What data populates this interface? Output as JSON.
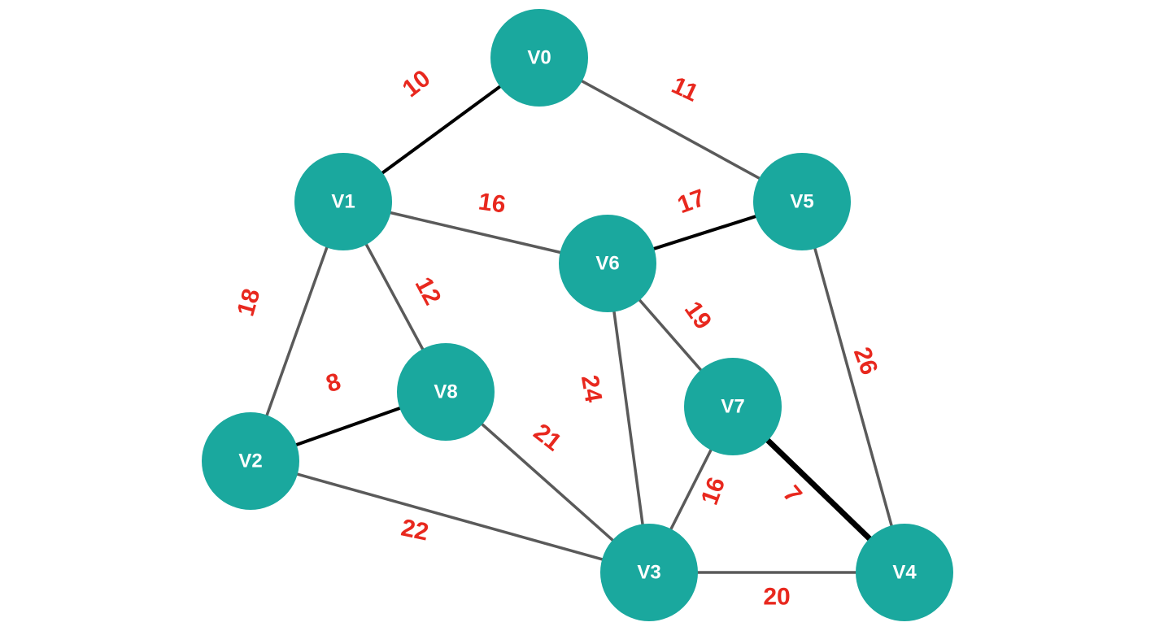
{
  "colors": {
    "node_fill": "#1aa89e",
    "edge_normal": "#5a5a5a",
    "edge_highlight": "#000000",
    "weight_text": "#e8281e",
    "node_text": "#ffffff"
  },
  "nodes": [
    {
      "id": "V0",
      "label": "V0"
    },
    {
      "id": "V1",
      "label": "V1"
    },
    {
      "id": "V2",
      "label": "V2"
    },
    {
      "id": "V3",
      "label": "V3"
    },
    {
      "id": "V4",
      "label": "V4"
    },
    {
      "id": "V5",
      "label": "V5"
    },
    {
      "id": "V6",
      "label": "V6"
    },
    {
      "id": "V7",
      "label": "V7"
    },
    {
      "id": "V8",
      "label": "V8"
    }
  ],
  "edges": [
    {
      "from": "V0",
      "to": "V1",
      "weight": "10",
      "highlight": true
    },
    {
      "from": "V0",
      "to": "V5",
      "weight": "11",
      "highlight": false
    },
    {
      "from": "V1",
      "to": "V6",
      "weight": "16",
      "highlight": false
    },
    {
      "from": "V1",
      "to": "V8",
      "weight": "12",
      "highlight": false
    },
    {
      "from": "V1",
      "to": "V2",
      "weight": "18",
      "highlight": false
    },
    {
      "from": "V5",
      "to": "V6",
      "weight": "17",
      "highlight": true
    },
    {
      "from": "V5",
      "to": "V4",
      "weight": "26",
      "highlight": false
    },
    {
      "from": "V6",
      "to": "V7",
      "weight": "19",
      "highlight": false
    },
    {
      "from": "V6",
      "to": "V3",
      "weight": "24",
      "highlight": false
    },
    {
      "from": "V2",
      "to": "V8",
      "weight": "8",
      "highlight": true
    },
    {
      "from": "V2",
      "to": "V3",
      "weight": "22",
      "highlight": false
    },
    {
      "from": "V8",
      "to": "V3",
      "weight": "21",
      "highlight": false
    },
    {
      "from": "V7",
      "to": "V3",
      "weight": "16",
      "highlight": false
    },
    {
      "from": "V7",
      "to": "V4",
      "weight": "7",
      "highlight": true
    },
    {
      "from": "V3",
      "to": "V4",
      "weight": "20",
      "highlight": false
    }
  ]
}
